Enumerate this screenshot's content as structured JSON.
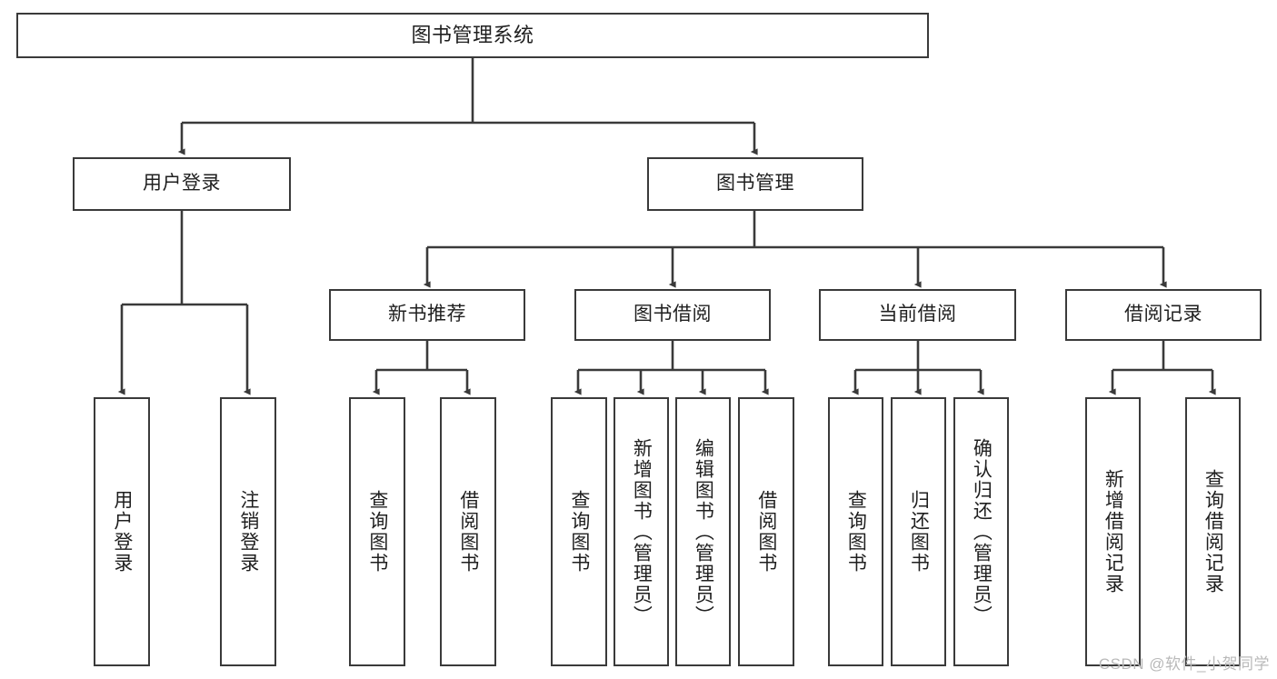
{
  "diagram": {
    "title": "图书管理系统",
    "type": "tree",
    "watermark": "CSDN @软件_小贺同学",
    "colors": {
      "background": "#ffffff",
      "box_border": "#3a3a3a",
      "box_fill": "#ffffff",
      "connector": "#3a3a3a",
      "text": "#1f1f1f",
      "watermark": "#b9b9b9"
    },
    "root": {
      "label": "图书管理系统"
    },
    "level2": [
      {
        "label": "用户登录"
      },
      {
        "label": "图书管理"
      }
    ],
    "level3": [
      {
        "label": "新书推荐"
      },
      {
        "label": "图书借阅"
      },
      {
        "label": "当前借阅"
      },
      {
        "label": "借阅记录"
      }
    ],
    "leaves": {
      "user_login": [
        {
          "label": "用户登录"
        },
        {
          "label": "注销登录"
        }
      ],
      "new_book_recommend": [
        {
          "label": "查询图书"
        },
        {
          "label": "借阅图书"
        }
      ],
      "book_borrow": [
        {
          "label": "查询图书"
        },
        {
          "label": "新增图书（管理员）"
        },
        {
          "label": "编辑图书（管理员）"
        },
        {
          "label": "借阅图书"
        }
      ],
      "current_borrow": [
        {
          "label": "查询图书"
        },
        {
          "label": "归还图书"
        },
        {
          "label": "确认归还（管理员）"
        }
      ],
      "borrow_records": [
        {
          "label": "新增借阅记录"
        },
        {
          "label": "查询借阅记录"
        }
      ]
    }
  }
}
